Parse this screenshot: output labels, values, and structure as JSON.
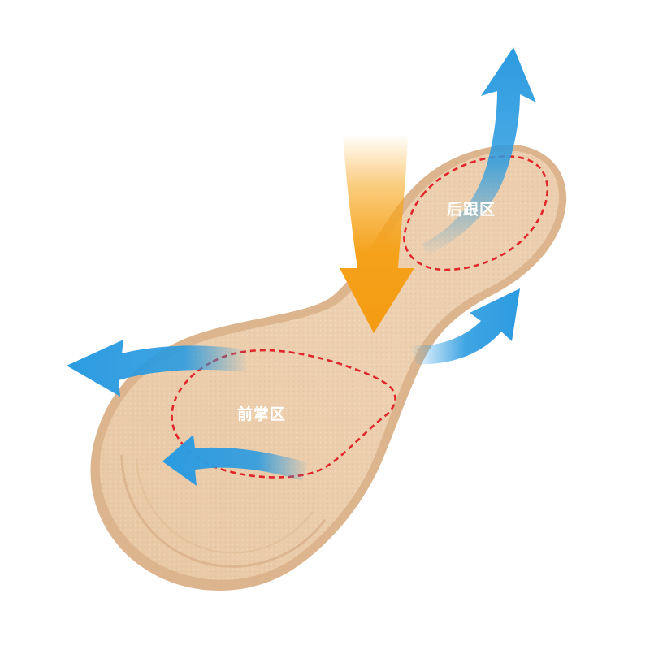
{
  "diagram": {
    "zones": [
      {
        "id": "heel",
        "label": "后跟区"
      },
      {
        "id": "forefoot",
        "label": "前掌区"
      }
    ],
    "colors": {
      "background": "#ffffff",
      "insole_fill": "#e9c9a6",
      "insole_edge": "#d9b48f",
      "zone_outline": "#e0262b",
      "airflow_arrow": "#2b9be0",
      "pressure_arrow": "#f5a21a"
    },
    "icons": [
      "down-pressure-arrow",
      "airflow-arrow"
    ]
  }
}
